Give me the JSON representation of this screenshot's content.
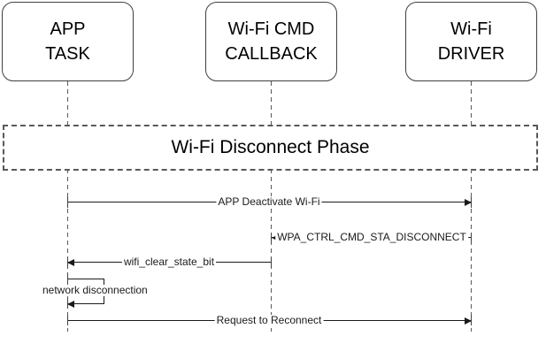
{
  "diagram": {
    "type": "sequence-diagram",
    "phase_title": "Wi-Fi Disconnect Phase",
    "actors": [
      {
        "name": "APP TASK",
        "line1": "APP",
        "line2": "TASK"
      },
      {
        "name": "Wi-Fi CMD CALLBACK",
        "line1": "Wi-Fi CMD",
        "line2": "CALLBACK"
      },
      {
        "name": "Wi-Fi DRIVER",
        "line1": "Wi-Fi",
        "line2": "DRIVER"
      }
    ],
    "messages": [
      {
        "label": "APP Deactivate Wi-Fi",
        "from": "APP TASK",
        "to": "Wi-Fi DRIVER",
        "direction": "right"
      },
      {
        "label": "WPA_CTRL_CMD_STA_DISCONNECT",
        "from": "Wi-Fi DRIVER",
        "to": "Wi-Fi CMD CALLBACK",
        "direction": "left"
      },
      {
        "label": "wifi_clear_state_bit",
        "from": "Wi-Fi CMD CALLBACK",
        "to": "APP TASK",
        "direction": "left"
      },
      {
        "label": "network disconnection",
        "from": "APP TASK",
        "to": "APP TASK",
        "direction": "self"
      },
      {
        "label": "Request to Reconnect",
        "from": "APP TASK",
        "to": "Wi-Fi DRIVER",
        "direction": "right"
      }
    ],
    "colors": {
      "background": "#ffffff",
      "actor_border": "#404040",
      "lifeline": "#595959",
      "message_line": "#1a1a1a",
      "text": "#000000"
    }
  }
}
